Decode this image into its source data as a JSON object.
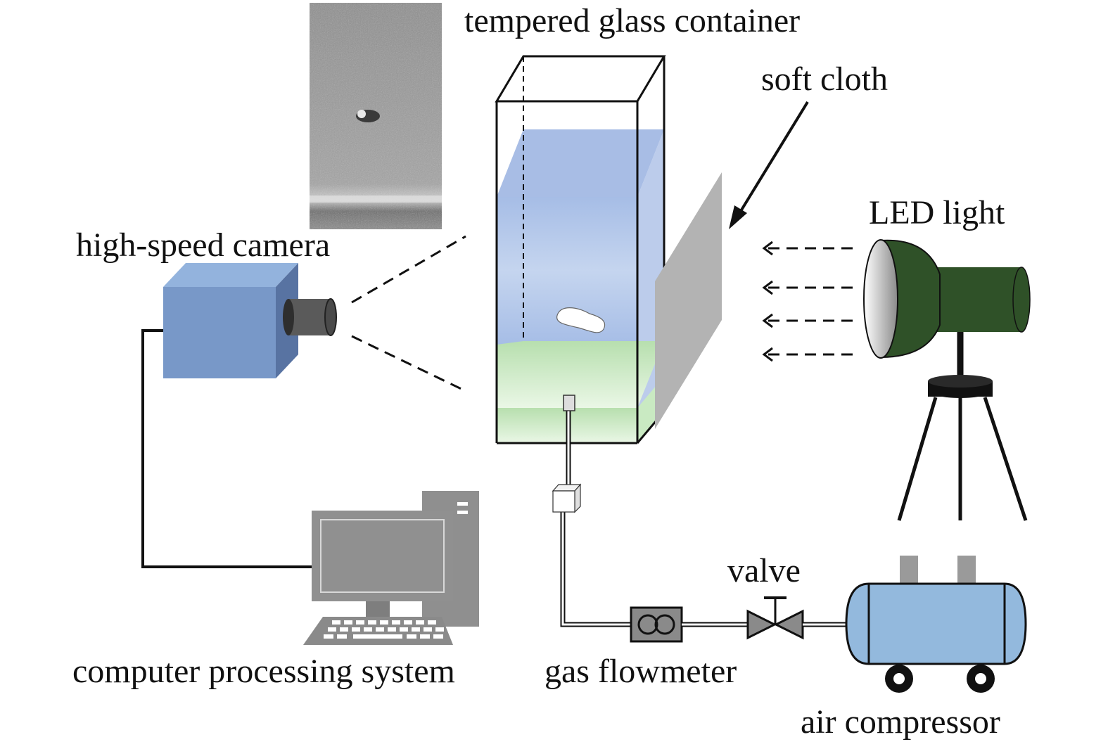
{
  "labels": {
    "container": "tempered glass container",
    "cloth": "soft cloth",
    "led": "LED light",
    "camera": "high-speed camera",
    "computer": "computer processing system",
    "flowmeter": "gas flowmeter",
    "valve": "valve",
    "compressor": "air compressor"
  },
  "colors": {
    "water_top": "#a9c0e6",
    "water_mid": "#c8d7ee",
    "green_top": "#b9e0b0",
    "green_bottom": "#e9f6e4",
    "camera_front": "#7898c8",
    "camera_top": "#93b3dd",
    "camera_side": "#5873a2",
    "cloth": "#b3b3b3",
    "led_green": "#2f5128",
    "computer_gray": "#909090",
    "compressor_blue": "#93b9dd"
  },
  "icons": [
    "camera-icon",
    "computer-icon",
    "led-lamp-icon",
    "compressor-icon",
    "valve-icon",
    "flowmeter-icon"
  ]
}
